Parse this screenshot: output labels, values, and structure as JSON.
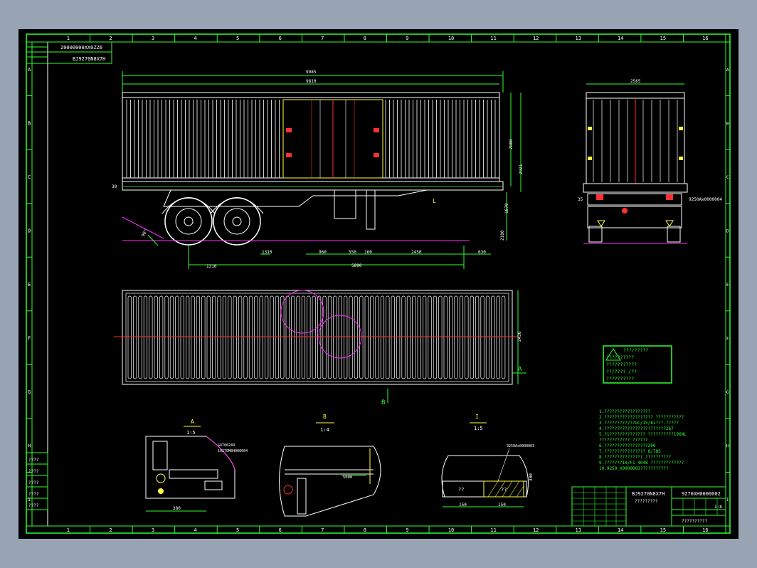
{
  "border": {
    "columns": [
      "1",
      "2",
      "3",
      "4",
      "5",
      "6",
      "7",
      "8",
      "9",
      "10",
      "11",
      "12",
      "13",
      "14",
      "15",
      "16"
    ],
    "rows": [
      "A",
      "B",
      "C",
      "D",
      "E",
      "F",
      "G",
      "H",
      "I"
    ]
  },
  "top_left_box": {
    "code": "Z0000000XX0ZZ6",
    "drawing_no": "BJ9270N8X7H"
  },
  "side_view_dims": {
    "overall_length": "9985",
    "box_length": "9810",
    "height_1": "2880",
    "height_2": "2921",
    "ground_clear": "1670",
    "front_overhang": "2100",
    "kingpin_offset": "1310",
    "axle_spread": "1310",
    "d1": "960",
    "d2": "550",
    "d3": "160",
    "d4": "2450",
    "d5": "630",
    "wheelbase": "5890",
    "left_tag": "30",
    "angle": "90°",
    "callout": "L"
  },
  "front_view_dims": {
    "width": "2565",
    "tag": "9250Ax0000004",
    "side": "35"
  },
  "top_view": {
    "width_dim": "2436",
    "section_a": "A",
    "section_b": "B"
  },
  "warning_panel": {
    "lines": [
      "???/?????",
      "??????????",
      "???????????",
      "??/???? /??",
      "??????????"
    ]
  },
  "notes": [
    "1.??????????????????",
    "2.??????????????????? ???????????",
    "3.????????????GC/15/81???.?????",
    "4.????????????????????????267",
    "5.?1?????????????? ??????????196NL",
    "  ???????????? ??????",
    "6.?????????????????200",
    "7.???????????????? 8/785",
    "8.??????????????? ??????????",
    "9.???????10/F1 4048 ?????????????",
    "10.9250_X0000003???????????"
  ],
  "details": {
    "a": {
      "letter": "A",
      "scale": "1:5",
      "tag1": "G4700240",
      "tag2": "10270M8H000004",
      "dim": "380"
    },
    "b": {
      "letter": "B",
      "scale": "1:4",
      "dim": "5000"
    },
    "c": {
      "letter": "I",
      "scale": "1:5",
      "tag": "9250Ax0000003",
      "label": "??",
      "dim1": "150",
      "dim2": "150",
      "dim3": "300"
    }
  },
  "title_block": {
    "drawing_no": "BJ9270N8X7H",
    "name": "?????????",
    "code": "9270XH0000002",
    "scale": "1:8",
    "company": "??????????"
  },
  "rev_labels": [
    "????",
    "????",
    "????",
    "????",
    "????"
  ]
}
